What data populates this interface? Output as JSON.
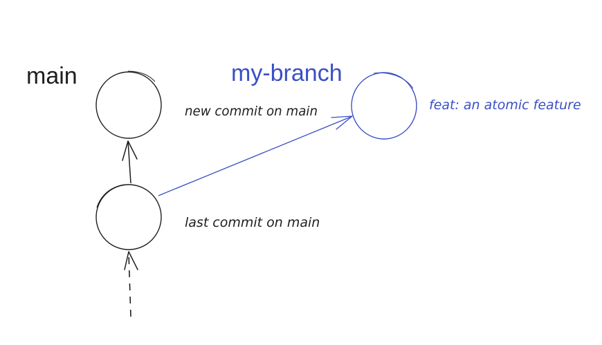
{
  "colors": {
    "main": "#1e1e1e",
    "branch": "#3a4fc4",
    "background": "#ffffff"
  },
  "labels": {
    "main_branch": "main",
    "feature_branch": "my-branch",
    "new_commit": "new commit on main",
    "last_commit": "last commit on main",
    "feature_commit": "feat: an atomic feature"
  }
}
